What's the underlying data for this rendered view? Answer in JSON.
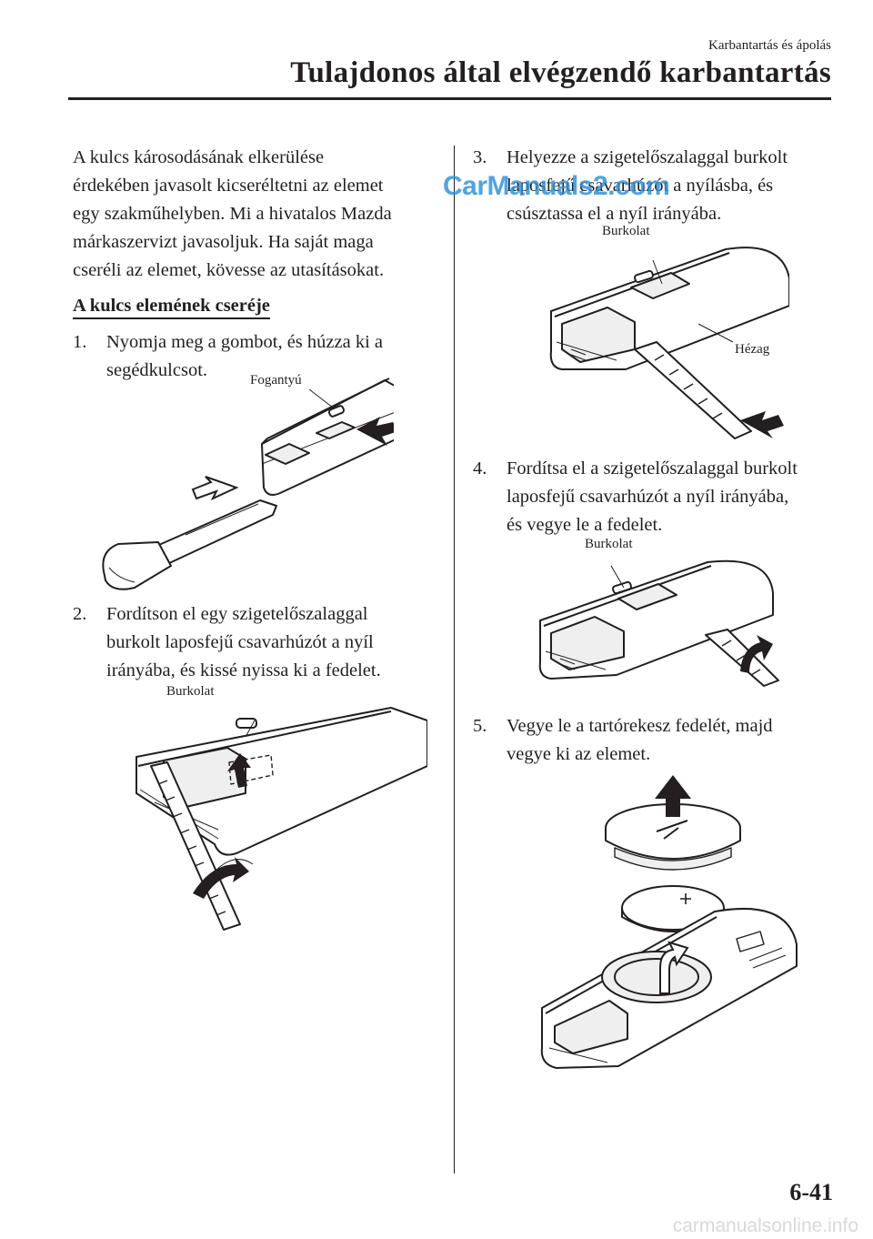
{
  "header": {
    "section": "Karbantartás és ápolás",
    "title": "Tulajdonos által elvégzendő karbantartás"
  },
  "intro": "A kulcs károsodásának elkerülése\nérdekében javasolt kicseréltetni az elemet\negy szakműhelyben. Mi a hivatalos Mazda\nmárkaszervizt javasoljuk. Ha saját maga\ncseréli az elemet, kövesse az utasításokat.",
  "subheading": "A kulcs elemének cseréje",
  "steps": [
    {
      "num": "1.",
      "text": "Nyomja meg a gombot, és húzza ki a\nsegédkulcsot.",
      "callouts": [
        "Fogantyú"
      ]
    },
    {
      "num": "2.",
      "text": "Fordítson el egy szigetelőszalaggal\nburkolt laposfejű csavarhúzót a nyíl\nirányába, és kissé nyissa ki a fedelet.",
      "callouts": [
        "Burkolat"
      ]
    },
    {
      "num": "3.",
      "text": "Helyezze a szigetelőszalaggal burkolt\nlaposfejű csavarhúzót a nyílásba, és\ncsúsztassa el a nyíl irányába.",
      "callouts": [
        "Burkolat",
        "Hézag"
      ]
    },
    {
      "num": "4.",
      "text": "Fordítsa el a szigetelőszalaggal burkolt\nlaposfejű csavarhúzót a nyíl irányába,\nés vegye le a fedelet.",
      "callouts": [
        "Burkolat"
      ]
    },
    {
      "num": "5.",
      "text": "Vegye le a tartórekesz fedelét, majd\nvegye ki az elemet.",
      "callouts": []
    }
  ],
  "watermark": "CarManuals2.com",
  "page_number": "6-41",
  "footer_watermark": "carmanualsonline.info"
}
